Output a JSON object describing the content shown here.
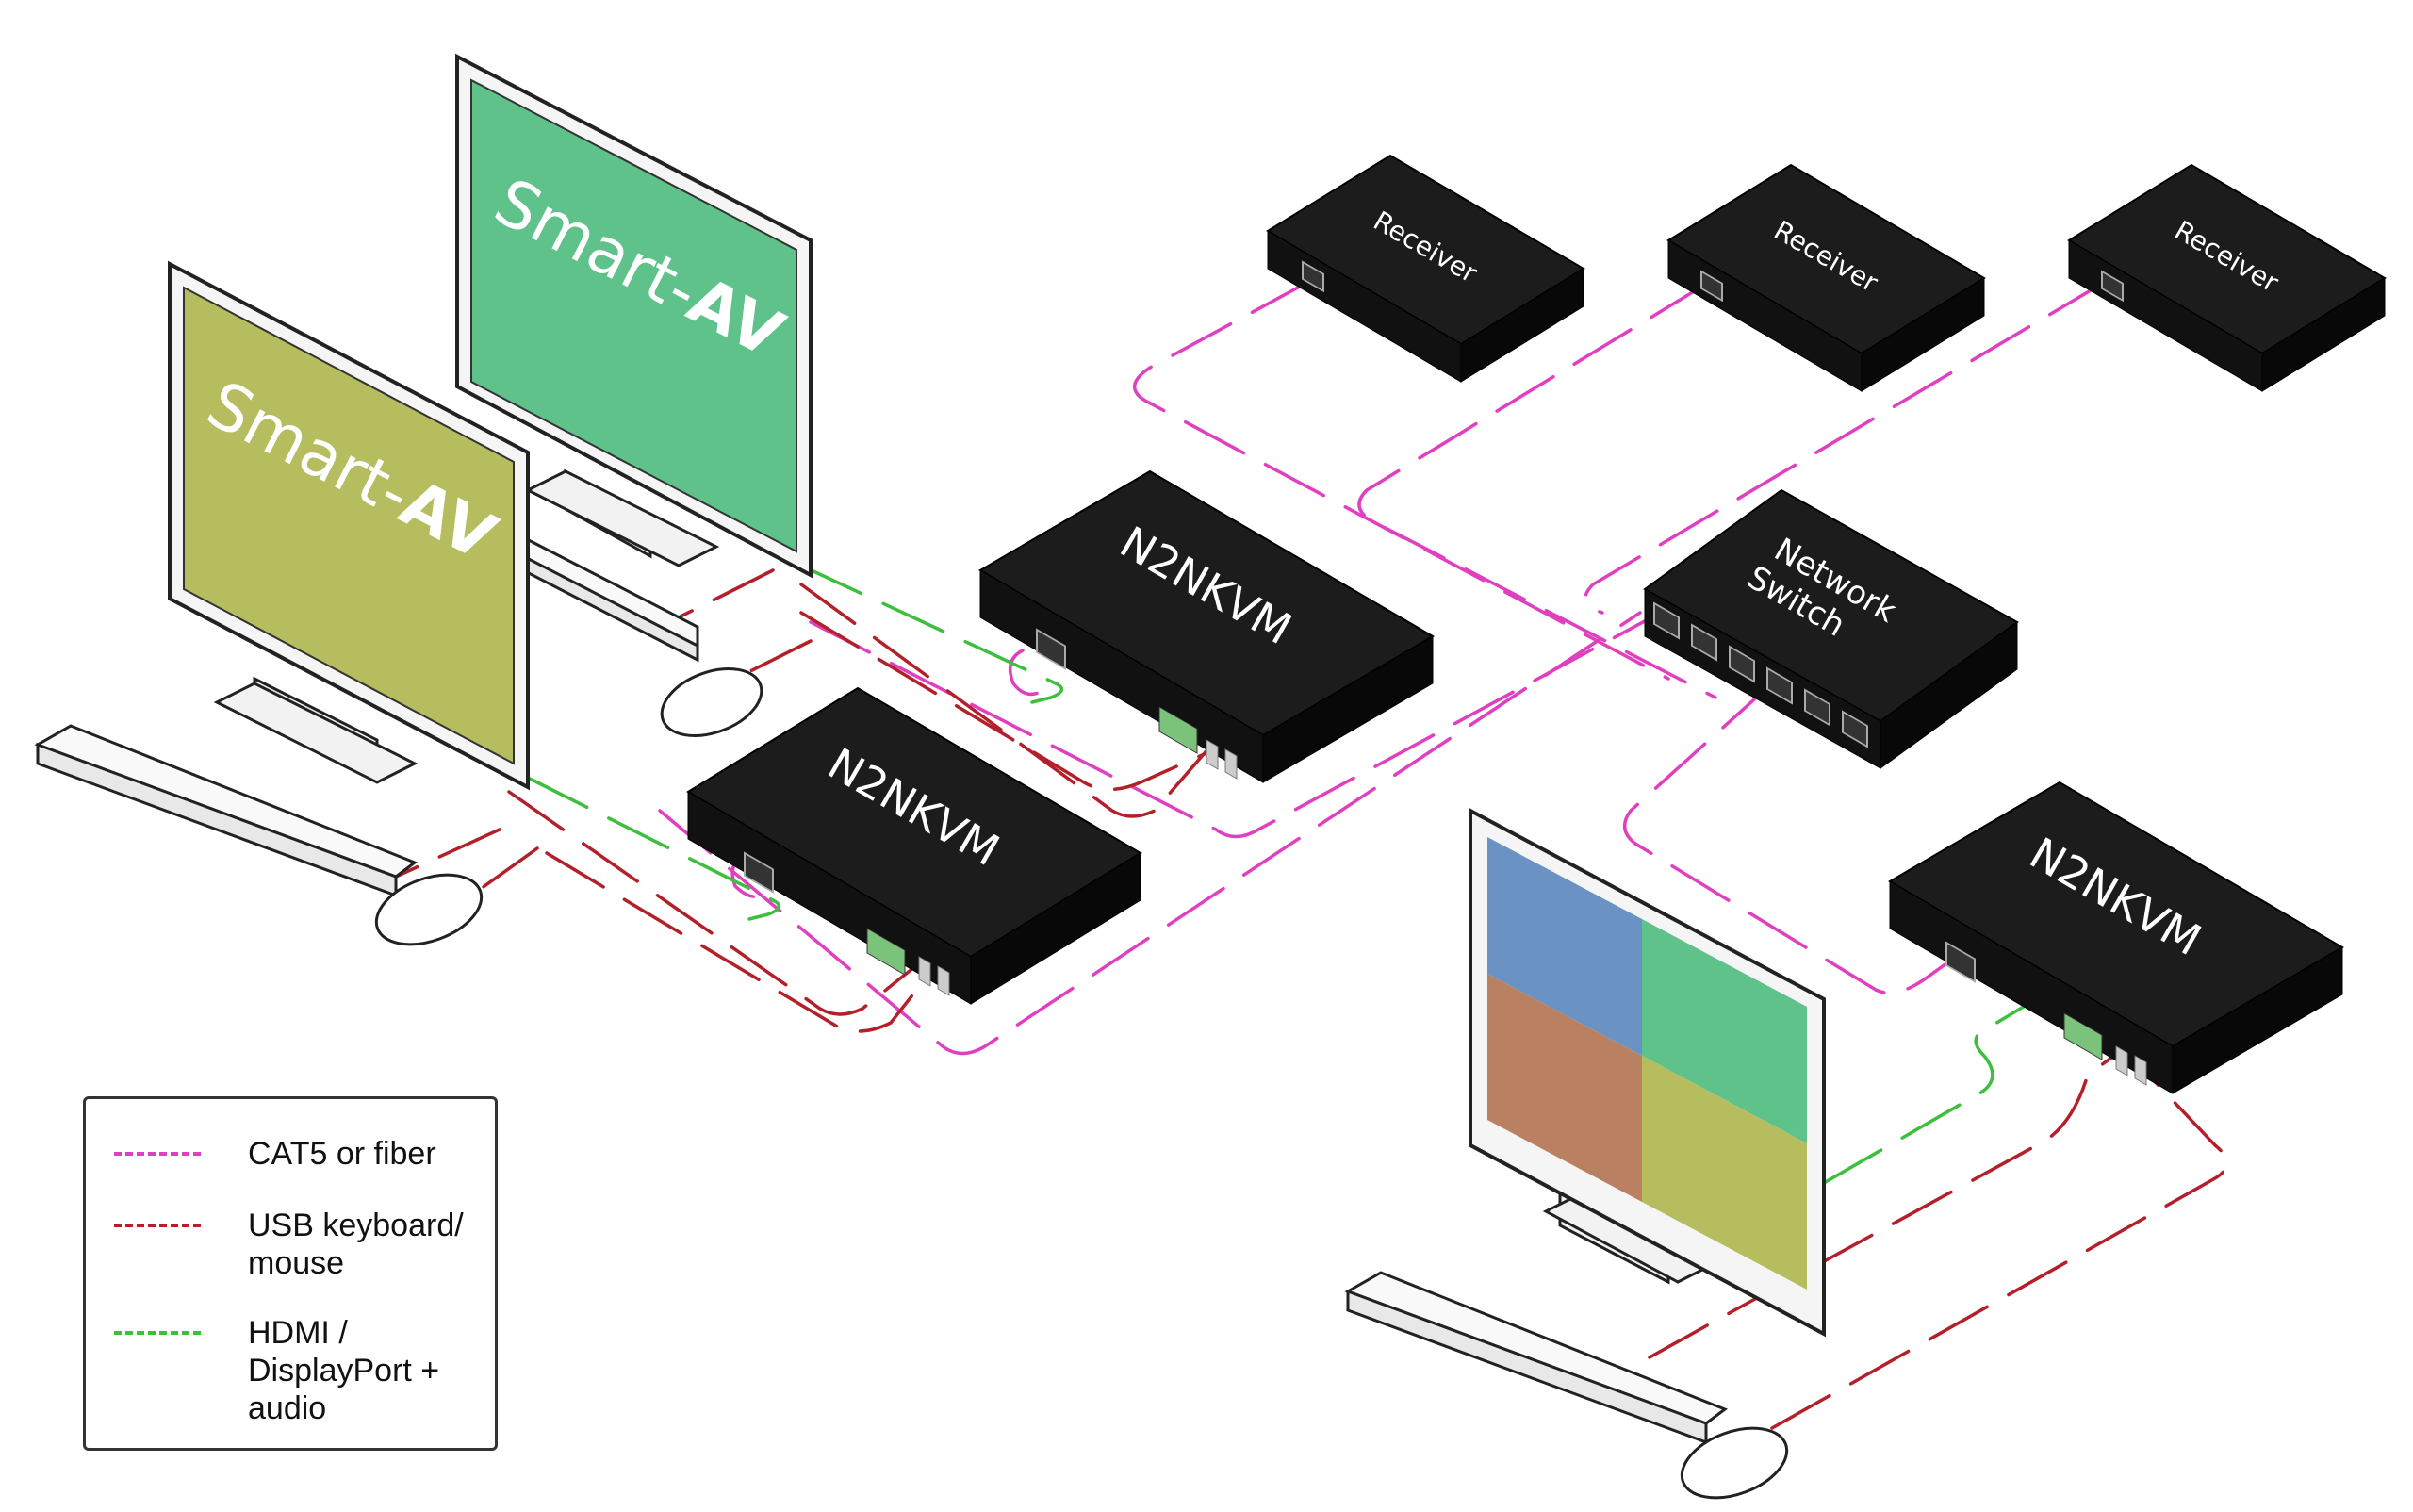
{
  "colors": {
    "cat5": "#e040c0",
    "usb": "#b3202a",
    "hdmi": "#3cbf3c",
    "device": "#1c1c1c",
    "screen_green": "#5fc28a",
    "screen_olive": "#b5bd5e",
    "quad_blue": "#6a93c4",
    "quad_green": "#5fc28a",
    "quad_brown": "#b98062",
    "quad_olive": "#b5bd5e"
  },
  "devices": {
    "encoder_label": "N2NKVM",
    "receiver_label": "Receiver",
    "switch_label_line1": "Network",
    "switch_label_line2": "Switch",
    "brand_text": "Smart-",
    "brand_mark": "AV"
  },
  "legend": {
    "items": [
      {
        "label": "CAT5 or fiber",
        "color_key": "cat5"
      },
      {
        "label": "USB keyboard/ mouse",
        "color_key": "usb"
      },
      {
        "label": "HDMI / DisplayPort + audio",
        "color_key": "hdmi"
      }
    ]
  }
}
